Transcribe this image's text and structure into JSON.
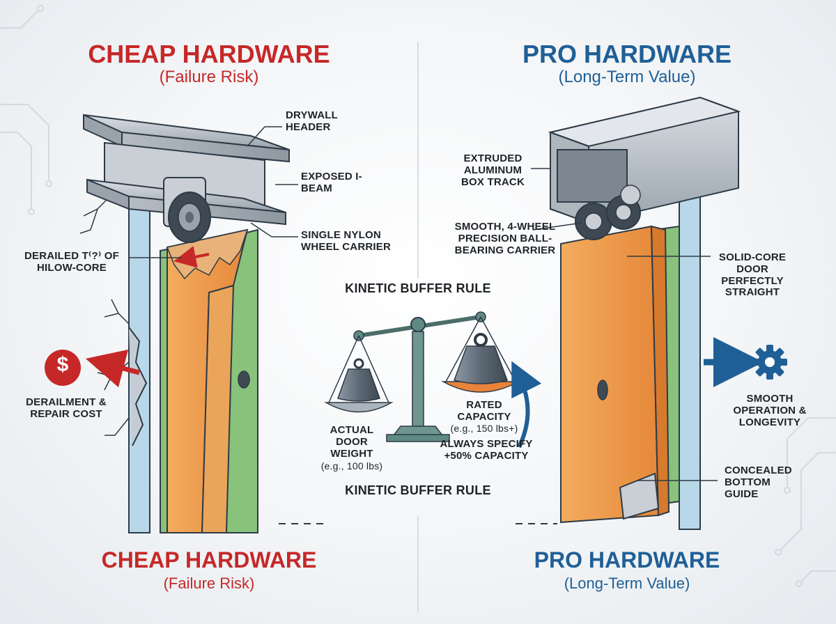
{
  "colors": {
    "cheap_red": "#c62828",
    "pro_blue": "#1f5f96",
    "door_orange": "#f0a050",
    "door_green": "#86c27a",
    "wall_blue": "#9cc6e0",
    "steel_gray": "#a8b0b8"
  },
  "cheap": {
    "title": "CHEAP HARDWARE",
    "subtitle": "(Failure Risk)",
    "footer_title": "CHEAP HARDWARE",
    "footer_subtitle": "(Failure Risk)",
    "labels": {
      "drywall": "DRYWALL HEADER",
      "ibeam": "EXPOSED I-BEAM",
      "wheel": "SINGLE NYLON WHEEL CARRIER",
      "derailed": "DERAILED T⁽?⁾ OF HILOW-CORE",
      "derailment": "DERAILMENT & REPAIR COST"
    },
    "cost_icon": "$"
  },
  "pro": {
    "title": "PRO HARDWARE",
    "subtitle": "(Long-Term Value)",
    "footer_title": "PRO HARDWARE",
    "footer_subtitle": "(Long-Term Value)",
    "labels": {
      "track": "EXTRUDED ALUMINUM BOX TRACK",
      "carrier": "SMOOTH, 4-WHEEL PRECISION BALL-BEARING CARRIER",
      "solid": "SOLID-CORE DOOR PERFECTLY STRAIGHT",
      "smooth": "SMOOTH OPERATION & LONGEVITY",
      "guide": "CONCEALED BOTTOM GUIDE"
    }
  },
  "center": {
    "rule_top": "KINETIC BUFFER RULE",
    "rule_bottom": "KINETIC BUFFER RULE",
    "actual_label": "ACTUAL DOOR WEIGHT",
    "actual_example": "(e.g., 100 lbs)",
    "rated_label": "RATED CAPACITY",
    "rated_example": "(e.g., 150 lbs+)",
    "always": "ALWAYS SPECIFY +50% CAPACITY"
  },
  "icons": {
    "cost": "dollar-icon",
    "smooth": "gear-icon",
    "balance": "balance-scale-icon"
  }
}
